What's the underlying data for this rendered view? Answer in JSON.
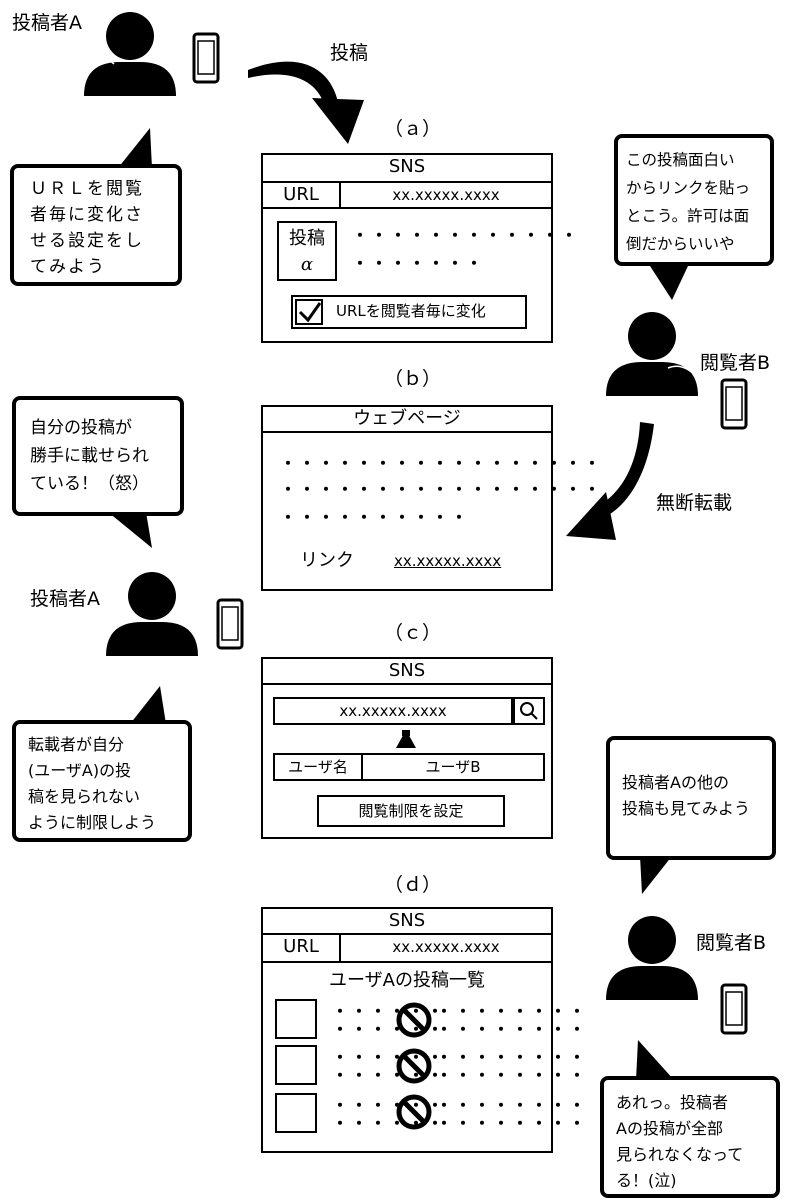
{
  "actors": {
    "poster_top": "投稿者A",
    "poster_mid": "投稿者A",
    "viewer_top": "閲覧者B",
    "viewer_bottom": "閲覧者B"
  },
  "arrows": {
    "post": "投稿",
    "repost": "無断転載"
  },
  "bubbles": {
    "poster_setting": [
      "ＵＲＬを閲覧",
      "者毎に変化さ",
      "せる設定をし",
      "てみよう"
    ],
    "viewer_link": [
      "この投稿面白い",
      "からリンクを貼っ",
      "とこう。許可は面",
      "倒だからいいや"
    ],
    "poster_angry": [
      "自分の投稿が",
      "勝手に載せられ",
      "ている！（怒）"
    ],
    "poster_restrict": [
      "転載者が自分",
      "(ユーザA)の投",
      "稿を見られない",
      "ように制限しよう"
    ],
    "viewer_check": [
      "投稿者Aの他の",
      "投稿も見てみよう"
    ],
    "viewer_surprised": [
      "あれっ。投稿者",
      "Aの投稿が全部",
      "見られなくなって",
      "る！(泣)"
    ]
  },
  "captions": {
    "a": "（ａ）",
    "b": "（ｂ）",
    "c": "（ｃ）",
    "d": "（ｄ）"
  },
  "panel_a": {
    "title": "SNS",
    "url_label": "URL",
    "url_value": "xx.xxxxx.xxxx",
    "post_label_1": "投稿",
    "post_label_2": "α",
    "dots_1": "・・・・・・・・・・・・",
    "dots_2": "・・・・・・・",
    "checkbox_label": "URLを閲覧者毎に変化"
  },
  "panel_b": {
    "title": "ウェブページ",
    "dots_1": "・・・・・・・・・・・・・・・・・",
    "dots_2": "・・・・・・・・・・・・・・・・・",
    "dots_3": "・・・・・・・・・・",
    "link_label": "リンク",
    "link_value": "xx.xxxxx.xxxx"
  },
  "panel_c": {
    "title": "SNS",
    "search_value": "xx.xxxxx.xxxx",
    "user_label": "ユーザ名",
    "user_value": "ユーザB",
    "restrict_button": "閲覧制限を設定"
  },
  "panel_d": {
    "title": "SNS",
    "url_label": "URL",
    "url_value": "xx.xxxxx.xxxx",
    "list_title": "ユーザAの投稿一覧",
    "row_dots_left": "・・・・・・",
    "row_dots_right": "・・・・・・・・"
  }
}
